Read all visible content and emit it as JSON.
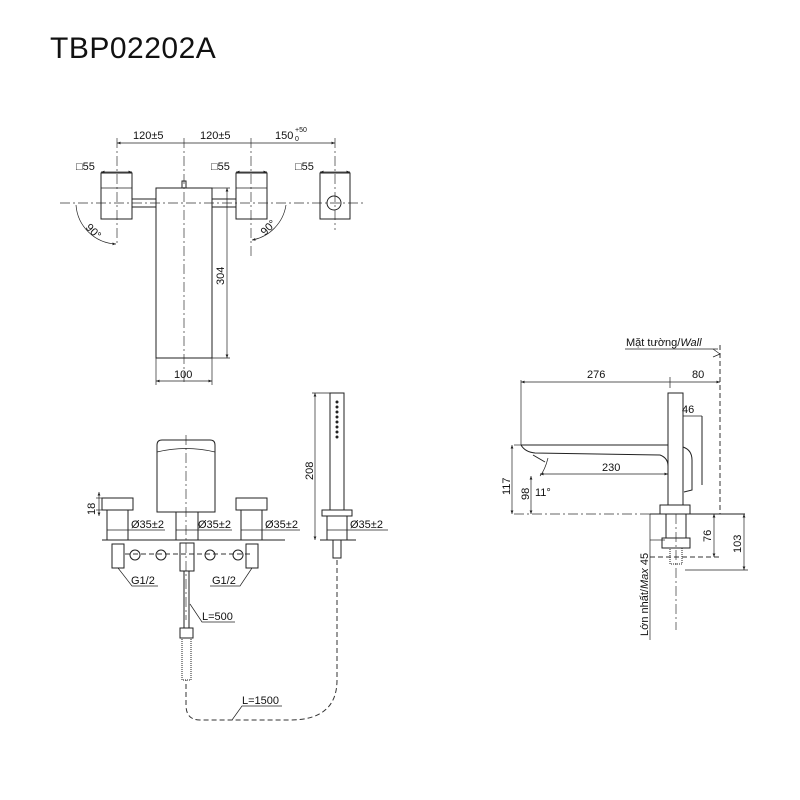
{
  "title": "TBP02202A",
  "top_view": {
    "dim_a": "120±5",
    "dim_b": "120±5",
    "dim_c": "150",
    "dim_c_tol_upper": "+50",
    "dim_c_tol_lower": "0",
    "square_left": "□55",
    "square_mid": "□55",
    "square_right": "□55",
    "angle_left": "90°",
    "angle_right": "90°",
    "height": "304",
    "width": "100"
  },
  "front_view": {
    "cap_height": "18",
    "dia_1": "Ø35±2",
    "dia_2": "Ø35±2",
    "dia_3": "Ø35±2",
    "dia_4": "Ø35±2",
    "thread_left": "G1/2",
    "thread_right": "G1/2",
    "hose_short": "L=500",
    "hose_long": "L=1500",
    "shower_length": "208"
  },
  "side_view": {
    "wall_label": "Mặt tường/",
    "wall_label_en": "Wall",
    "reach": "276",
    "wall_offset": "80",
    "handle_depth": "46",
    "spout_inner": "230",
    "height_total": "117",
    "height_outlet": "98",
    "angle": "11°",
    "deck_76": "76",
    "deck_103": "103",
    "max_label": "Lớn nhất/",
    "max_label_en": "Max",
    "max_value": "45"
  }
}
